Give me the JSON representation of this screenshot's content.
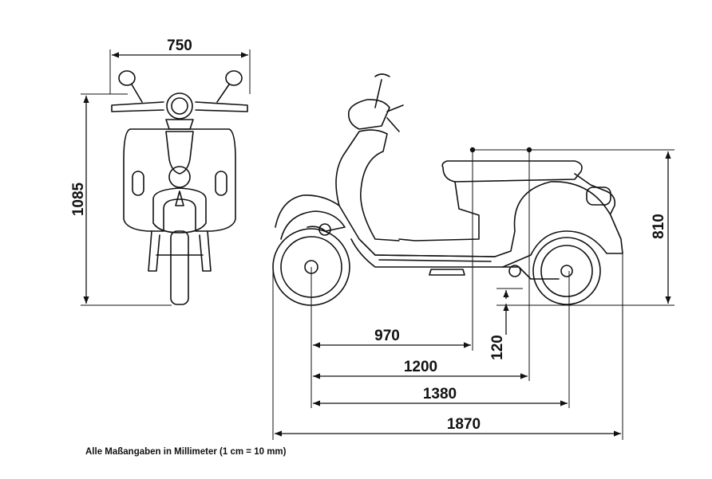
{
  "dimensions": {
    "front_width": "750",
    "front_height": "1085",
    "side_height": "810",
    "seat_offset": "120",
    "len_970": "970",
    "len_1200": "1200",
    "len_1380": "1380",
    "len_1870": "1870"
  },
  "footnote": "Alle Maßangaben in Millimeter (1 cm = 10 mm)",
  "colors": {
    "line": "#111111",
    "background": "#ffffff"
  }
}
